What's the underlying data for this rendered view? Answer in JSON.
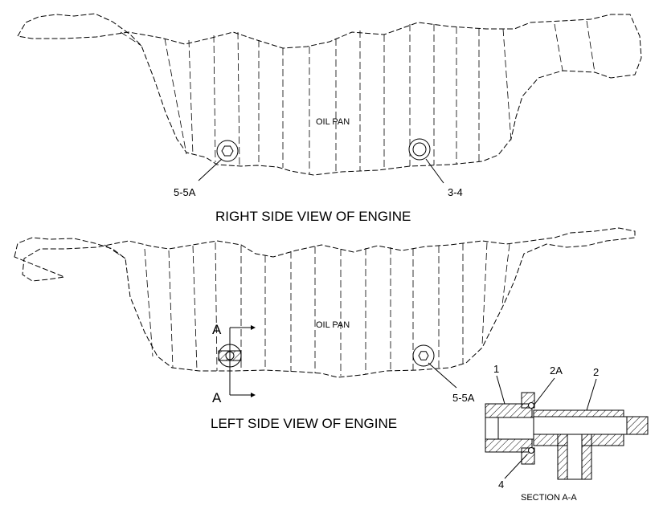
{
  "right_view": {
    "part_label": "OIL PAN",
    "callout_left": "5-5A",
    "callout_right": "3-4",
    "caption": "RIGHT SIDE VIEW OF ENGINE"
  },
  "left_view": {
    "part_label": "OIL PAN",
    "section_marker_top": "A",
    "section_marker_bottom": "A",
    "callout_right": "5-5A",
    "caption": "LEFT SIDE VIEW OF ENGINE"
  },
  "section_view": {
    "callout_1": "1",
    "callout_2a": "2A",
    "callout_2": "2",
    "callout_4": "4",
    "caption": "SECTION A-A"
  }
}
